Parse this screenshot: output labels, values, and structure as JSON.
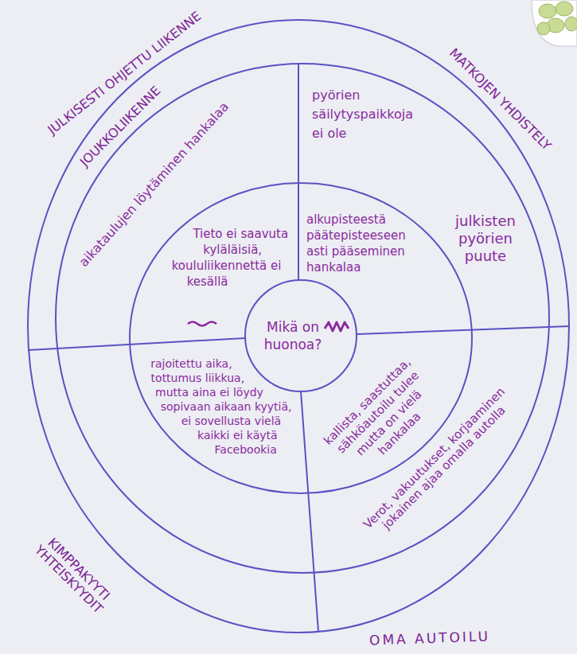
{
  "diagram": {
    "nodes": [
      {
        "text": [
          "JULKISESTI OHJETTU LIIKENNE",
          "JOUKKOLIIKENNE",
          "MATKOJEN YHDISTELY",
          "KIMPPAKYYTI YHTEISKYYDIT",
          "OMA AUTOILU"
        ]
      },
      {
        "text": [
          "aikataulujen löytäminen hankalaa",
          "pyörien säilytyspaikkoja ei ole",
          "julkisten pyörien puute",
          "Verot, vakuutukset, korjaaminen jokainen ajaa omalla autolla"
        ],
        "in": 0
      },
      {
        "text": [
          "Tieto ei saavuta kyläläisiä, koululiikennettä ei kesällä",
          "alkupisteestä päätepisteeseen asti pääseminen hankalaa",
          "rajoitettu aika, tottumus liikkua, mutta aina ei löydy sopivaan aikaan kyytiä, ei sovellusta vielä kaikki ei käytä Facebookia",
          "kallista, saastuttaa, sähköautoilu tulee mutta on vielä hankalaa"
        ],
        "in": 1
      },
      {
        "text": [
          "Mikä on huonoa?"
        ],
        "in": 2
      }
    ]
  }
}
